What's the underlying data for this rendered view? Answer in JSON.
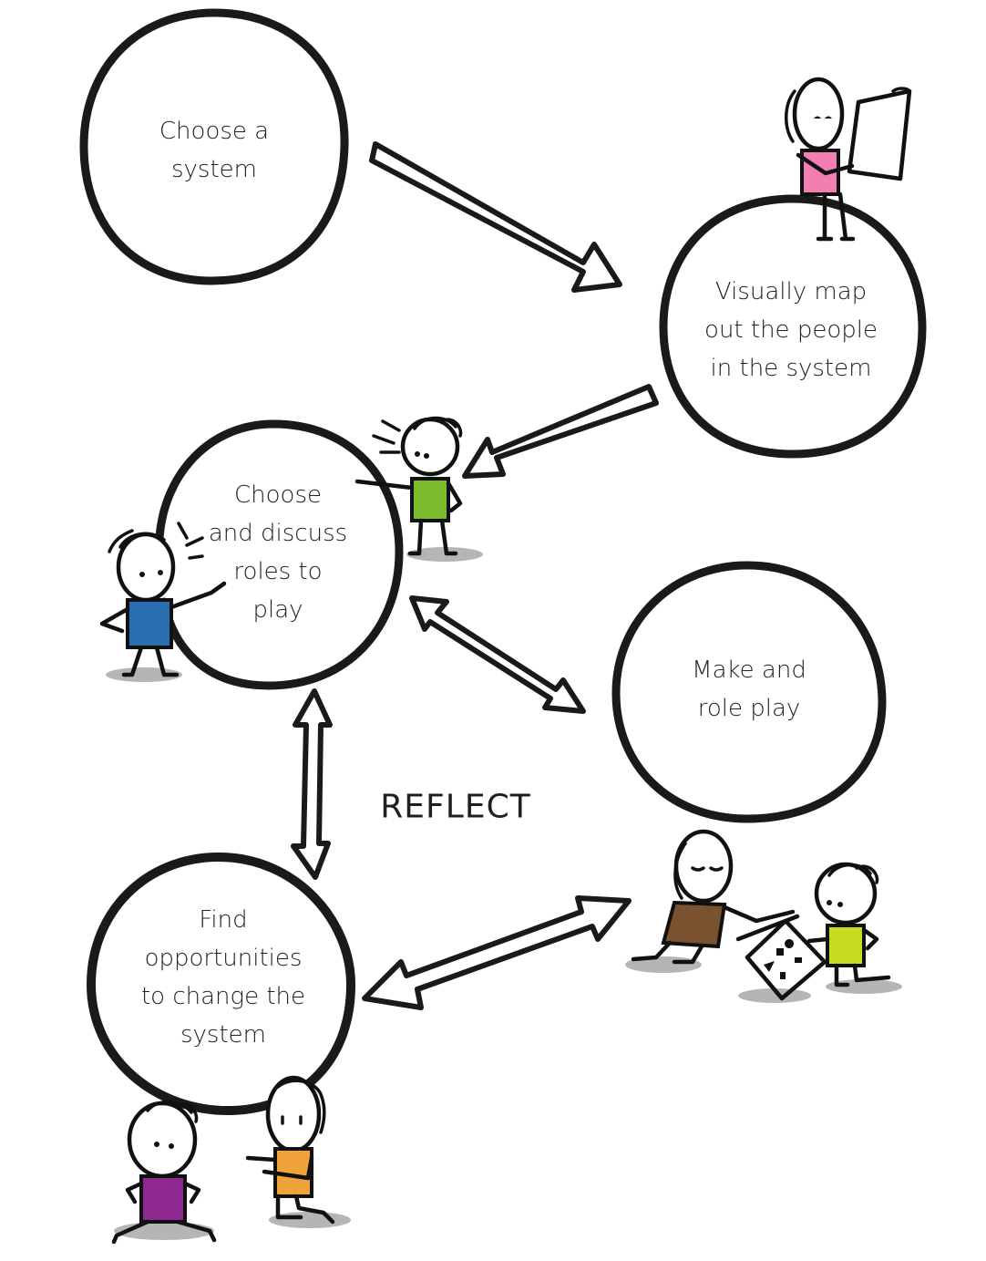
{
  "diagram": {
    "type": "cycle",
    "center_label": "REFLECT",
    "steps": [
      {
        "id": "choose-system",
        "label_lines": [
          "Choose a",
          "system"
        ]
      },
      {
        "id": "map-people",
        "label_lines": [
          "Visually map",
          "out the people",
          "in the system"
        ]
      },
      {
        "id": "choose-roles",
        "label_lines": [
          "Choose",
          "and discuss",
          "roles to",
          "play"
        ]
      },
      {
        "id": "make-roleplay",
        "label_lines": [
          "Make and",
          "role play"
        ]
      },
      {
        "id": "find-opportunities",
        "label_lines": [
          "Find",
          "opportunities",
          "to change the",
          "system"
        ]
      }
    ],
    "connections": [
      {
        "from": "choose-system",
        "to": "map-people",
        "direction": "one-way"
      },
      {
        "from": "map-people",
        "to": "choose-roles",
        "direction": "one-way"
      },
      {
        "from": "choose-roles",
        "to": "make-roleplay",
        "direction": "two-way"
      },
      {
        "from": "choose-roles",
        "to": "find-opportunities",
        "direction": "two-way"
      },
      {
        "from": "find-opportunities",
        "to": "make-roleplay",
        "direction": "two-way"
      }
    ],
    "figures": [
      {
        "name": "figure-reading-map",
        "shirt_color": "#f27fb2"
      },
      {
        "name": "figure-pointing-green",
        "shirt_color": "#7dbb2e"
      },
      {
        "name": "figure-pointing-blue",
        "shirt_color": "#2a6db0"
      },
      {
        "name": "figure-brown-kneeling",
        "shirt_color": "#7a5230"
      },
      {
        "name": "figure-lime-kneeling",
        "shirt_color": "#c9dc1f"
      },
      {
        "name": "figure-purple-sitting",
        "shirt_color": "#8e2a8f"
      },
      {
        "name": "figure-orange-kneeling",
        "shirt_color": "#f0a33a"
      }
    ]
  }
}
